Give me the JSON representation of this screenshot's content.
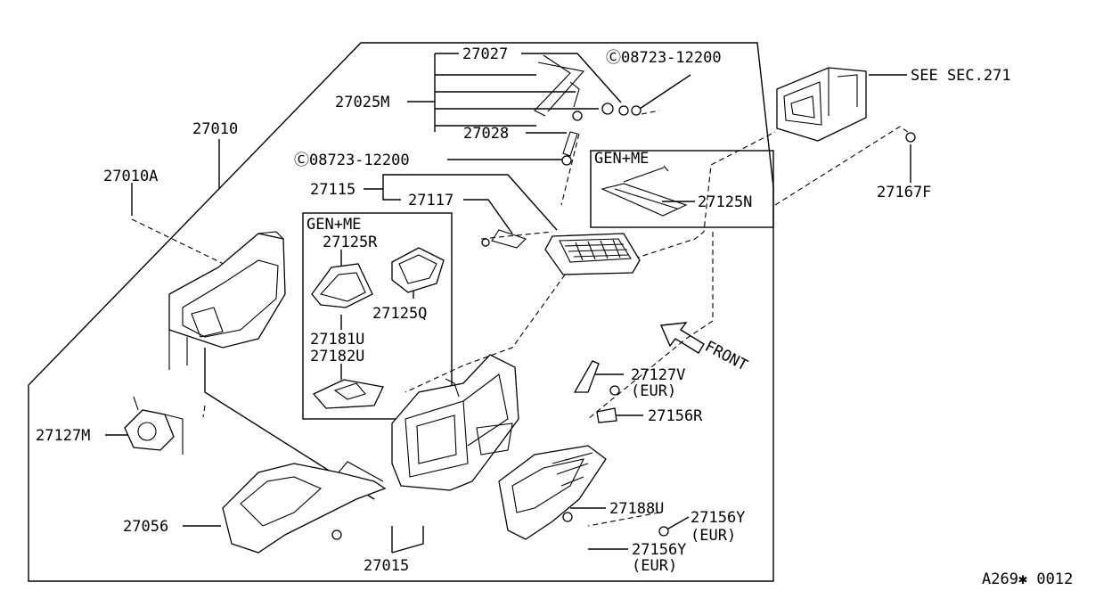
{
  "diagram_id": "A269✱ 0012",
  "see_sec": "SEE SEC.271",
  "front": "FRONT",
  "variant_gen_me": "GEN+ME",
  "variant_eur": "(EUR)",
  "parts": {
    "p27027": "27027",
    "p08723_a": "Ⓒ08723-12200",
    "p27025M": "27025M",
    "p27028": "27028",
    "p08723_b": "Ⓒ08723-12200",
    "p27010": "27010",
    "p27010A": "27010A",
    "p27115": "27115",
    "p27117": "27117",
    "p27125N": "27125N",
    "p27167F": "27167F",
    "p27125R": "27125R",
    "p27125Q": "27125Q",
    "p27181U": "27181U",
    "p27182U": "27182U",
    "p27127V": "27127V",
    "p27156R": "27156R",
    "p27127M": "27127M",
    "p27188U": "27188U",
    "p27156Y_a": "27156Y",
    "p27156Y_b": "27156Y",
    "p27056": "27056",
    "p27015": "27015"
  }
}
